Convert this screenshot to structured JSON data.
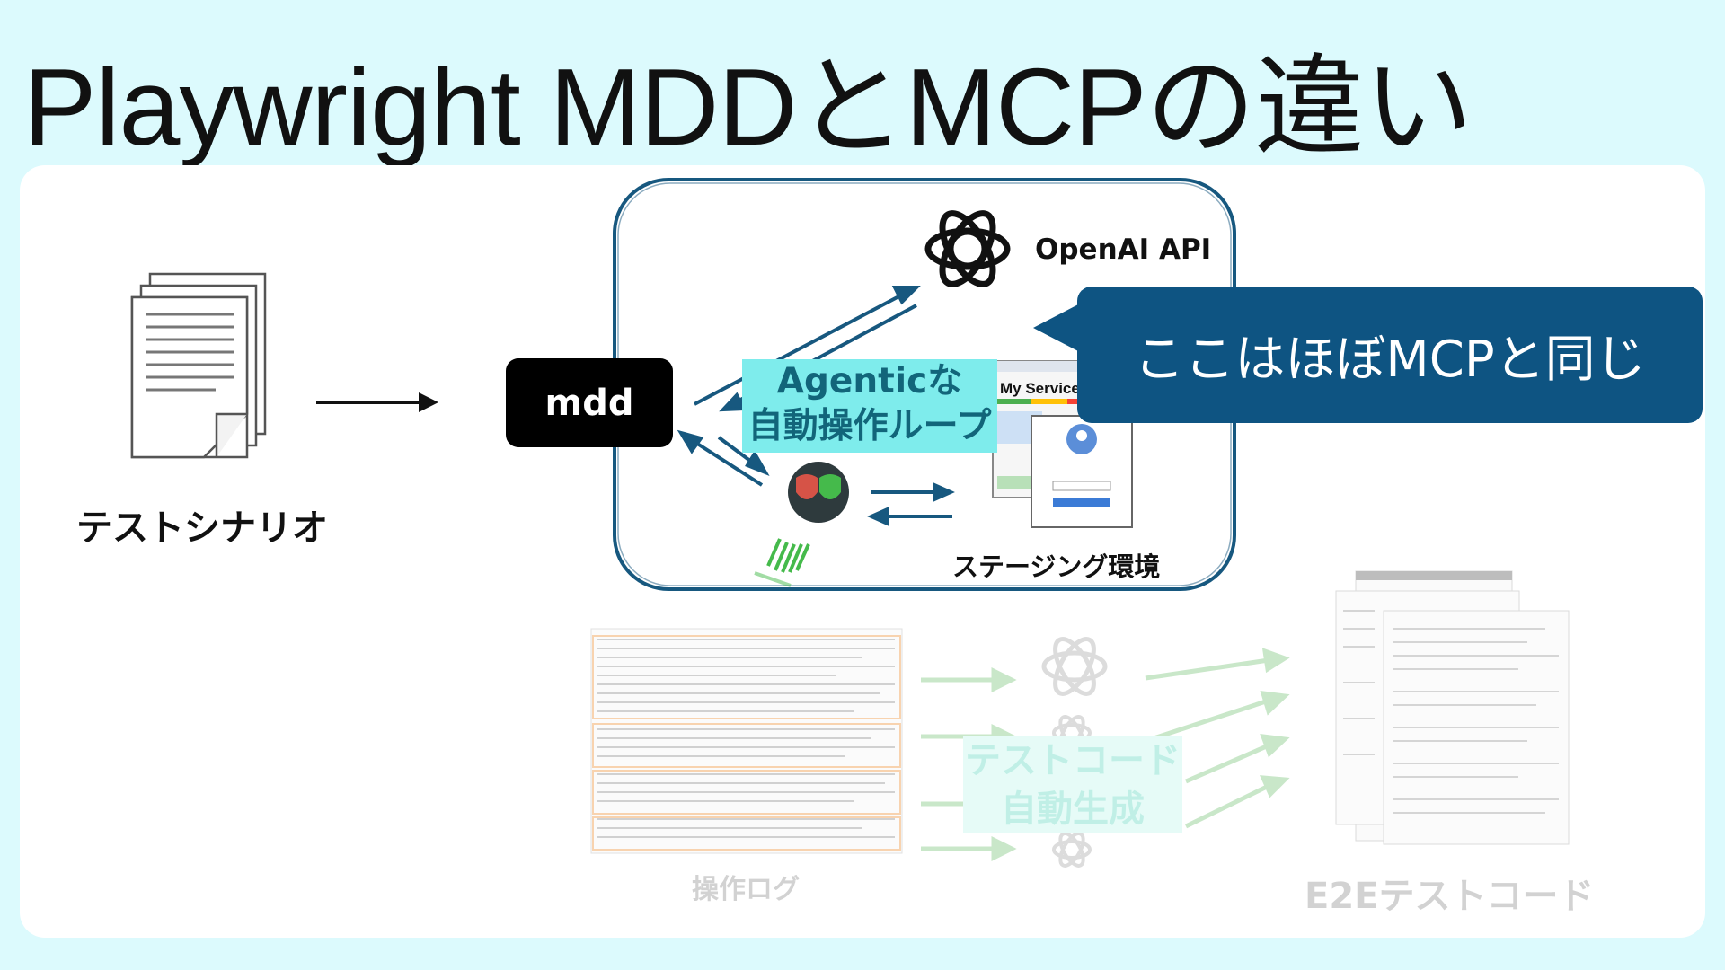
{
  "slide": {
    "title": "Playwright MDDとMCPの違い"
  },
  "diagram": {
    "scenario_label": "テストシナリオ",
    "mdd_label": "mdd",
    "openai_label": "OpenAI API",
    "agentic_line1": "Agenticな",
    "agentic_line2": "自動操作ループ",
    "staging_label": "ステージング環境",
    "callout_text": "ここはほぼMCPと同じ",
    "my_service_label": "My Service",
    "operation_log_label": "操作ログ",
    "autogen_line1": "テストコード",
    "autogen_line2": "自動生成",
    "e2e_label": "E2Eテストコード"
  },
  "colors": {
    "background": "#dcfafd",
    "callout": "#0e5482",
    "agentic_bg": "#7eecec",
    "agentic_text": "#12657a",
    "arrow_blue": "#17587f",
    "faded_green": "#c9e7c9"
  },
  "icons": {
    "document": "document-stack-icon",
    "openai": "openai-logo-icon",
    "playwright": "playwright-logo-icon",
    "browser": "browser-window-icon"
  }
}
